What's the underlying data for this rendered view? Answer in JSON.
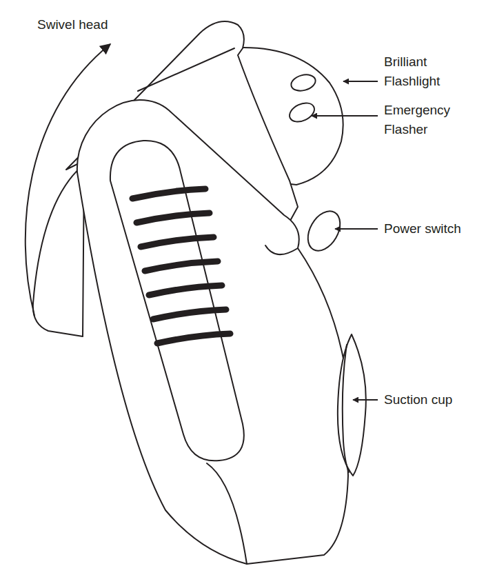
{
  "diagram": {
    "labels": [
      "Swivel head",
      "Brilliant Flashlight",
      "Emergency Flasher",
      "Power switch",
      "Suction cup"
    ]
  }
}
